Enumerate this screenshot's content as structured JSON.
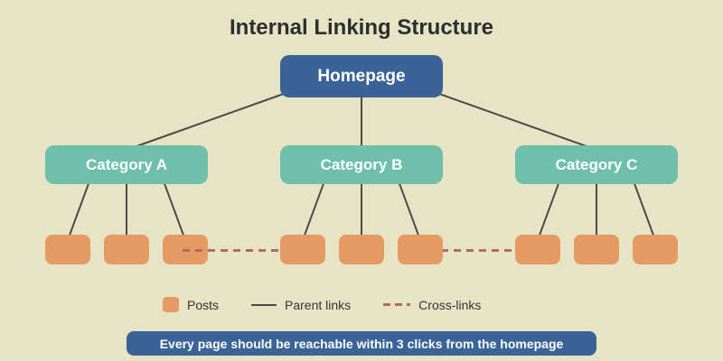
{
  "title": "Internal Linking Structure",
  "colors": {
    "background": "#e7e3c5",
    "homepage": "#3a6398",
    "category": "#6fc0ab",
    "post": "#e49a60",
    "parent_link": "#4a4a4a",
    "cross_link": "#b16a6a",
    "banner": "#3a6398"
  },
  "nodes": {
    "homepage": {
      "label": "Homepage"
    },
    "categories": [
      {
        "label": "Category A",
        "post_count": 3
      },
      {
        "label": "Category B",
        "post_count": 3
      },
      {
        "label": "Category C",
        "post_count": 3
      }
    ]
  },
  "links": {
    "parent_links": [
      "Homepage - Category A",
      "Homepage - Category B",
      "Homepage - Category C",
      "Category A - posts 1-3",
      "Category B - posts 1-3",
      "Category C - posts 1-3"
    ],
    "cross_links": [
      "Category A post 3 - Category B post 1",
      "Category B post 3 - Category C post 1"
    ]
  },
  "legend": {
    "posts_label": "Posts",
    "parent_links_label": "Parent links",
    "cross_links_label": "Cross-links"
  },
  "banner": {
    "text": "Every page should be reachable within 3 clicks from the homepage"
  }
}
